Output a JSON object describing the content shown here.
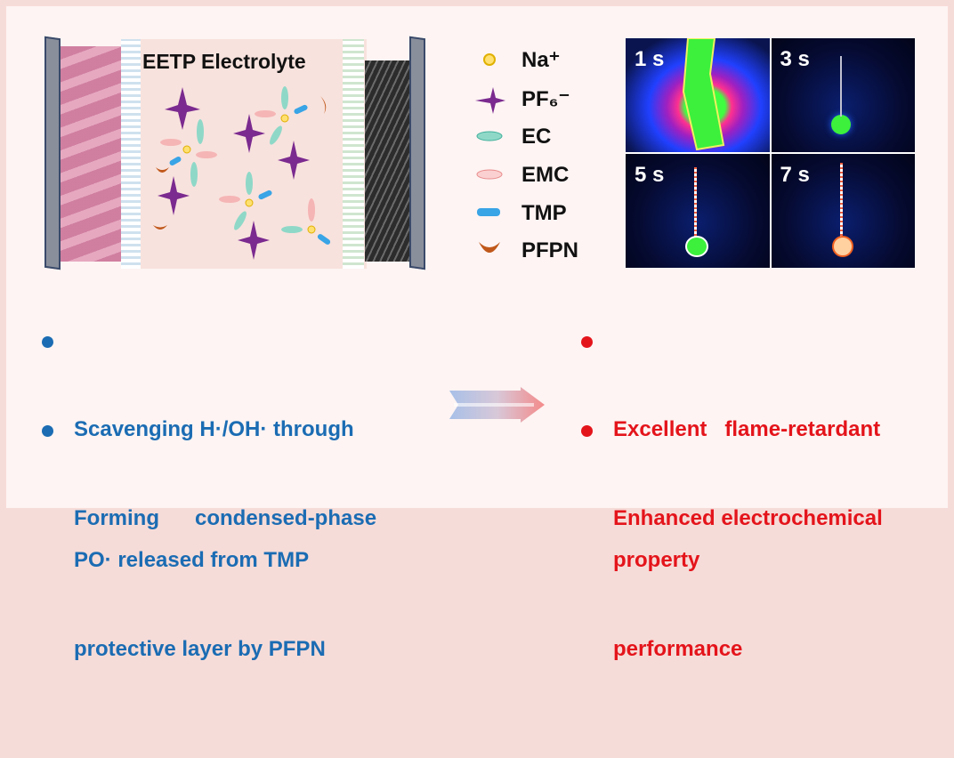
{
  "diagram": {
    "title": "EETP Electrolyte",
    "legend": [
      {
        "label": "Na⁺",
        "icon": "sodium-ion-icon",
        "color": "#f2c200"
      },
      {
        "label": "PF₆⁻",
        "icon": "pf6-anion-icon",
        "color": "#7b2a8f"
      },
      {
        "label": "EC",
        "icon": "ec-molecule-icon",
        "color": "#5cc4b0"
      },
      {
        "label": "EMC",
        "icon": "emc-molecule-icon",
        "color": "#f0a0a0"
      },
      {
        "label": "TMP",
        "icon": "tmp-molecule-icon",
        "color": "#2a9be0"
      },
      {
        "label": "PFPN",
        "icon": "pfpn-molecule-icon",
        "color": "#c0581a"
      }
    ]
  },
  "flame_test": {
    "frames": [
      {
        "label": "1 s"
      },
      {
        "label": "3 s"
      },
      {
        "label": "5 s"
      },
      {
        "label": "7 s"
      }
    ]
  },
  "mechanisms": {
    "color": "#1b6cb3",
    "items": [
      {
        "line1": "Scavenging H·/OH· through",
        "line2": "PO· released from TMP"
      },
      {
        "line1": "Forming      condensed-phase",
        "line2": "protective layer by PFPN"
      }
    ]
  },
  "outcomes": {
    "color": "#e4141b",
    "items": [
      {
        "line1": "Excellent   flame-retardant",
        "line2": "property"
      },
      {
        "line1": "Enhanced electrochemical",
        "line2": "performance"
      }
    ]
  }
}
